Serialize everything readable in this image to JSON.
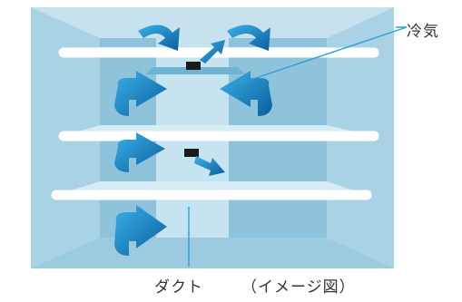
{
  "labels": {
    "cold_air": "冷気",
    "duct": "ダクト",
    "note": "（イメージ図）"
  },
  "colors": {
    "outer_wall": "#bfdcea",
    "side_wall": "#a8d0e2",
    "back_wall": "#92c5dc",
    "duct": "#c9e5f1",
    "arrow_light": "#2a9fd8",
    "arrow_dark": "#0b6aa8",
    "shelf": "#ffffff",
    "vent": "#1a1a1a"
  },
  "icons": [
    "airflow-arrow-icon",
    "vent-icon"
  ]
}
